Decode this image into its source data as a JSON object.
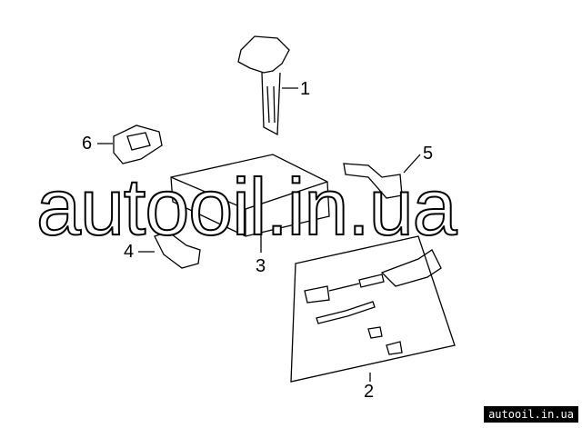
{
  "callouts": [
    "1",
    "2",
    "3",
    "4",
    "5",
    "6"
  ],
  "watermark": "autooil.in.ua",
  "badge": "autooil.in.ua"
}
